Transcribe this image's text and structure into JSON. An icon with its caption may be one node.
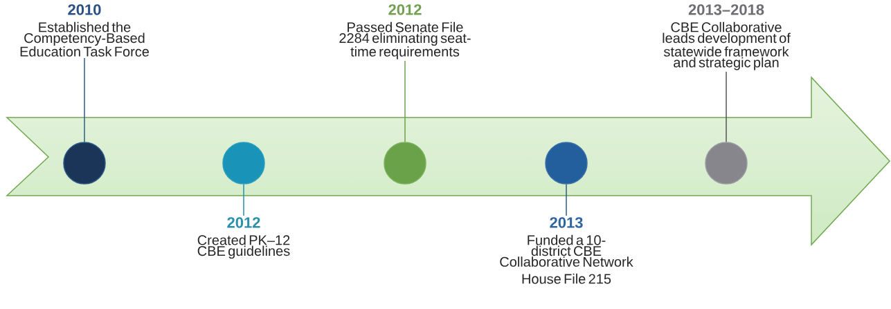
{
  "diagram": {
    "nodes": [
      {
        "text": [],
        "shape": "arrow"
      },
      {
        "text": [],
        "shape": "circle",
        "in": 0
      },
      {
        "text": [],
        "shape": "circle",
        "in": 0
      },
      {
        "text": [],
        "shape": "circle",
        "in": 0
      },
      {
        "text": [],
        "shape": "circle",
        "in": 0
      },
      {
        "text": [],
        "shape": "circle",
        "in": 0
      },
      {
        "text": [
          "2010",
          "Established the Competency-Based Education Task Force"
        ]
      },
      {
        "text": [
          "2012",
          "Created PK–12 CBE guidelines"
        ]
      },
      {
        "text": [
          "2012",
          "Passed Senate File 2284 eliminating seat- time requirements"
        ]
      },
      {
        "text": [
          "2013",
          "Funded a 10-district CBE Collaborative Network",
          "House File 215"
        ]
      },
      {
        "text": [
          "2013–2018",
          "CBE Collaborative leads development of statewide framework and strategic plan"
        ]
      }
    ],
    "edges": [
      {
        "from": 6,
        "to": 1,
        "arrow": "none",
        "color": "#2e5c8a"
      },
      {
        "from": 7,
        "to": 2,
        "arrow": "none",
        "color": "#1f8fb0"
      },
      {
        "from": 8,
        "to": 3,
        "arrow": "none",
        "color": "#6aa24a"
      },
      {
        "from": 9,
        "to": 4,
        "arrow": "none",
        "color": "#2e5c8a"
      },
      {
        "from": 10,
        "to": 5,
        "arrow": "none",
        "color": "#555555"
      }
    ]
  }
}
